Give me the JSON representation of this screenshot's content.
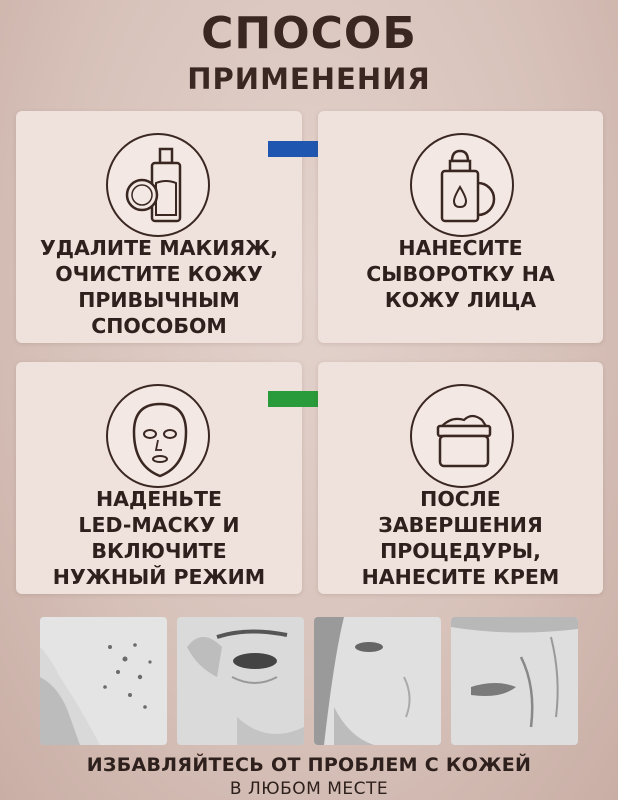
{
  "header": {
    "title": "СПОСОБ",
    "subtitle": "ПРИМЕНЕНИЯ"
  },
  "steps": [
    {
      "icon": "makeup-remover-bottle-icon",
      "text": "УДАЛИТЕ МАКИЯЖ,\nОЧИСТИТЕ КОЖУ\nПРИВЫЧНЫМ\nСПОСОБОМ"
    },
    {
      "icon": "serum-dropper-bottle-icon",
      "text": "НАНЕСИТЕ\nСЫВОРОТКУ НА\nКОЖУ ЛИЦА"
    },
    {
      "icon": "face-mask-icon",
      "text": "НАДЕНЬТЕ\nLED-МАСКУ И\nВКЛЮЧИТЕ\nНУЖНЫЙ РЕЖИМ"
    },
    {
      "icon": "cream-jar-icon",
      "text": "ПОСЛЕ\nЗАВЕРШЕНИЯ\nПРОЦЕДУРЫ,\nНАНЕСИТЕ КРЕМ"
    }
  ],
  "arrows": {
    "top_color": "#1f57b0",
    "bottom_color": "#2a9b3a"
  },
  "footer": {
    "caption": "ИЗБАВЛЯЙТЕСЬ ОТ ПРОБЛЕМ С КОЖЕЙ",
    "caption2": "В ЛЮБОМ МЕСТЕ"
  },
  "colors": {
    "text": "#2e201c",
    "card": "#efe2dc",
    "background": "#d8c3bb"
  }
}
